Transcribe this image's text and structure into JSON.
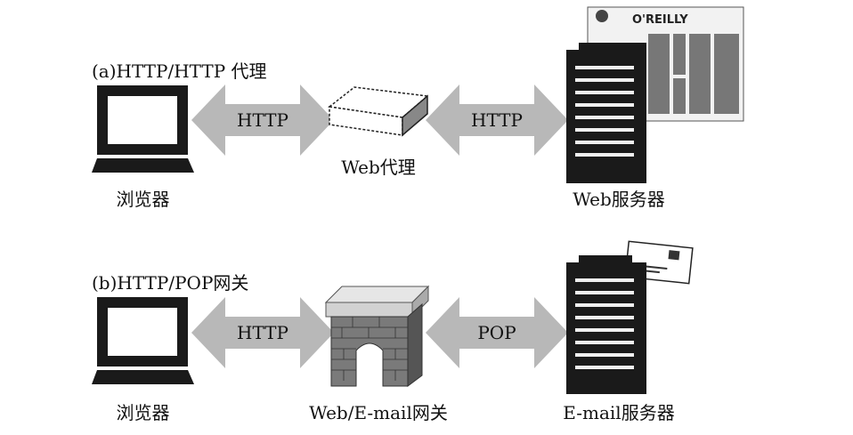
{
  "section_a": {
    "title": "(a)HTTP/HTTP 代理",
    "client_label": "浏览器",
    "arrow1_label": "HTTP",
    "middle_label": "Web代理",
    "arrow2_label": "HTTP",
    "server_label": "Web服务器",
    "page_brand": "O'REILLY"
  },
  "section_b": {
    "title": "(b)HTTP/POP网关",
    "client_label": "浏览器",
    "arrow1_label": "HTTP",
    "middle_label": "Web/E-mail网关",
    "arrow2_label": "POP",
    "server_label": "E-mail服务器"
  },
  "colors": {
    "arrow_fill": "#b8b8b8",
    "dark": "#1a1a1a",
    "mid_gray": "#7a7a7a"
  }
}
